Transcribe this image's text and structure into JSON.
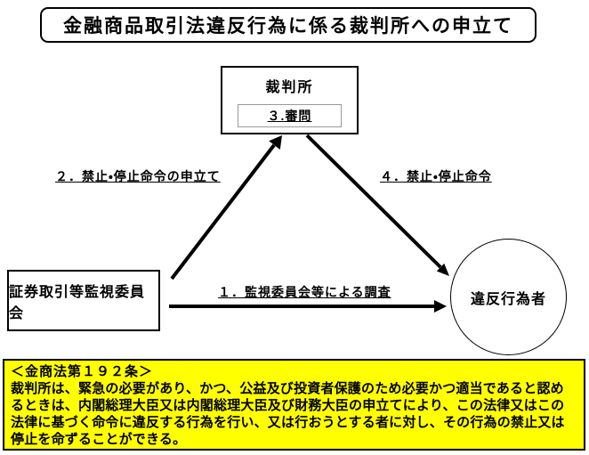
{
  "title": "金融商品取引法違反行為に係る裁判所への申立て",
  "nodes": {
    "court": {
      "label": "裁判所",
      "step": "３.審問"
    },
    "commission": {
      "label": "証券取引等監視委員会"
    },
    "violator": {
      "label": "違反行為者"
    }
  },
  "flows": {
    "investigation": {
      "label": "１．監視委員会等による調査",
      "from": "証券取引等監視委員会",
      "to": "違反行為者"
    },
    "application": {
      "label": "２．禁止・停止命令の申立て",
      "from": "証券取引等監視委員会",
      "to": "裁判所"
    },
    "order": {
      "label": "４．禁止・停止命令",
      "from": "裁判所",
      "to": "違反行為者"
    }
  },
  "law_note": {
    "heading": "＜金商法第１９２条＞",
    "body": "裁判所は、緊急の必要があり、かつ、公益及び投資者保護のため必要かつ適当であると認めるときは、内閣総理大臣又は内閣総理大臣及び財務大臣の申立てにより、この法律又はこの法律に基づく命令に違反する行為を行い、又は行おうとする者に対し、その行為の禁止又は停止を命ずることができる。",
    "highlight_color": "#FFFF00"
  },
  "colors": {
    "arrow": "#000000",
    "border": "#000000",
    "step_box_border": "#999999"
  }
}
